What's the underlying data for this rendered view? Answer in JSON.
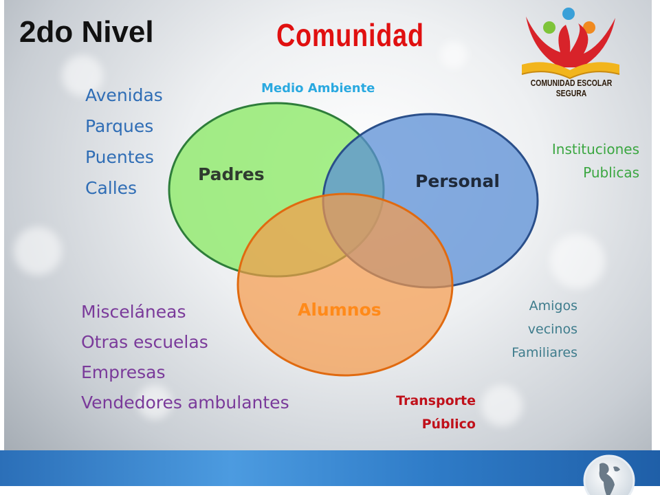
{
  "slide": {
    "level_title": "2do Nivel",
    "main_title": "Comunidad",
    "logo_text": "COMUNIDAD ESCOLAR SEGURA"
  },
  "venn": {
    "circles": [
      {
        "label": "Padres",
        "color": "#8fea6a",
        "stroke": "#2e7d3a"
      },
      {
        "label": "Personal",
        "color": "#5b8fd6",
        "stroke": "#2a4f8a"
      },
      {
        "label": "Alumnos",
        "color": "#f59a4a",
        "stroke": "#e06a10"
      }
    ]
  },
  "lists": {
    "top_left": [
      "Avenidas",
      "Parques",
      "Puentes",
      "Calles"
    ],
    "bottom_left": [
      "Misceláneas",
      "Otras escuelas",
      "Empresas",
      "Vendedores ambulantes"
    ]
  },
  "labels": {
    "medio_ambiente": "Medio Ambiente",
    "instituciones": [
      "Instituciones",
      "Publicas"
    ],
    "amigos": [
      "Amigos",
      "vecinos",
      "Familiares"
    ],
    "transporte": [
      "Transporte",
      "Público"
    ]
  },
  "colors": {
    "title_red": "#e01010",
    "list_blue": "#2f6db5",
    "list_purple": "#7a3a9a",
    "medio_cyan": "#2aa9e0",
    "inst_green": "#3aa640",
    "amigos_teal": "#3e7c8c",
    "transporte_red": "#c0101a",
    "footer_blue": "#2f7cc8"
  }
}
